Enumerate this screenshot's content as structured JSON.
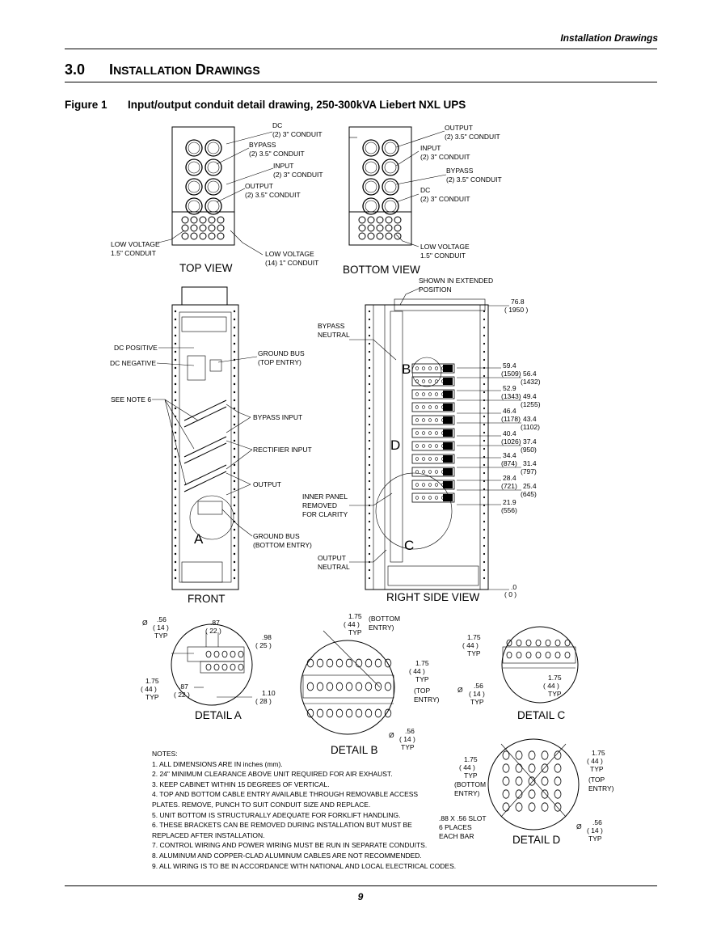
{
  "header": {
    "section_title": "Installation Drawings"
  },
  "heading": {
    "number": "3.0",
    "first_cap": "I",
    "rest1": "NSTALLATION",
    "second_cap": "D",
    "rest2": "RAWINGS"
  },
  "figure": {
    "label": "Figure 1",
    "caption": "Input/output conduit detail drawing, 250-300kVA Liebert NXL UPS"
  },
  "top_view": {
    "title": "TOP VIEW",
    "labels": [
      "DC",
      "(2) 3\" CONDUIT",
      "BYPASS",
      "(2) 3.5\" CONDUIT",
      "INPUT",
      "(2) 3\" CONDUIT",
      "OUTPUT",
      "(2) 3.5\" CONDUIT",
      "LOW VOLTAGE",
      "1.5\" CONDUIT",
      "LOW VOLTAGE",
      "(14) 1\" CONDUIT"
    ]
  },
  "bottom_view": {
    "title": "BOTTOM VIEW",
    "labels": [
      "OUTPUT",
      "(2) 3.5\" CONDUIT",
      "INPUT",
      "(2) 3\" CONDUIT",
      "BYPASS",
      "(2) 3.5\" CONDUIT",
      "DC",
      "(2) 3\" CONDUIT",
      "LOW VOLTAGE",
      "1.5\" CONDUIT"
    ]
  },
  "front": {
    "title": "FRONT",
    "labels": [
      "DC POSITIVE",
      "DC NEGATIVE",
      "SEE NOTE 6",
      "GROUND BUS",
      "(TOP ENTRY)",
      "BYPASS INPUT",
      "RECTIFIER INPUT",
      "OUTPUT",
      "GROUND BUS",
      "(BOTTOM ENTRY)",
      "A"
    ]
  },
  "right_side": {
    "title": "RIGHT SIDE VIEW",
    "labels": [
      "SHOWN IN EXTENDED",
      "POSITION",
      "BYPASS",
      "NEUTRAL",
      "INNER PANEL",
      "REMOVED",
      "FOR CLARITY",
      "OUTPUT",
      "NEUTRAL",
      "B",
      "D",
      "C"
    ],
    "dims_left": [
      [
        "59.4",
        "(1509)"
      ],
      [
        "52.9",
        "(1343)"
      ],
      [
        "46.4",
        "(1178)"
      ],
      [
        "40.4",
        "(1026)"
      ],
      [
        "34.4",
        "(874)"
      ],
      [
        "28.4",
        "(721)"
      ],
      [
        "21.9",
        "(556)"
      ]
    ],
    "dims_right": [
      [
        "56.4",
        "(1432)"
      ],
      [
        "49.4",
        "(1255)"
      ],
      [
        "43.4",
        "(1102)"
      ],
      [
        "37.4",
        "(950)"
      ],
      [
        "31.4",
        "(797)"
      ],
      [
        "25.4",
        "(645)"
      ]
    ],
    "dim_top": [
      "76.8",
      "( 1950 )"
    ],
    "dim_zero": [
      ".0",
      "( 0 )"
    ]
  },
  "detail_a": {
    "title": "DETAIL A",
    "dims": [
      "Ø",
      ".56",
      "( 14 )",
      "TYP",
      ".87",
      "( 22 )",
      ".98",
      "( 25 )",
      "1.75",
      "( 44 )",
      "TYP",
      ".87",
      "( 22 )",
      "1.10",
      "( 28 )"
    ]
  },
  "detail_b": {
    "title": "DETAIL B",
    "dims": [
      "1.75",
      "( 44 )",
      "TYP",
      "(BOTTOM",
      "ENTRY)",
      "1.75",
      "( 44 )",
      "TYP",
      "(TOP",
      "ENTRY)",
      "Ø",
      ".56",
      "( 14 )",
      "TYP"
    ]
  },
  "detail_c": {
    "title": "DETAIL C",
    "dims": [
      "1.75",
      "( 44 )",
      "TYP",
      "1.75",
      "( 44 )",
      "TYP",
      "Ø",
      ".56",
      "( 14 )",
      "TYP"
    ]
  },
  "detail_d": {
    "title": "DETAIL D",
    "dims": [
      "1.75",
      "( 44 )",
      "TYP",
      "(BOTTOM",
      "ENTRY)",
      "1.75",
      "( 44 )",
      "TYP",
      "(TOP",
      "ENTRY)",
      ".88 X .56 SLOT",
      "6 PLACES",
      "EACH BAR",
      "Ø",
      ".56",
      "( 14 )",
      "TYP"
    ]
  },
  "notes": [
    "NOTES:",
    "1. ALL DIMENSIONS ARE IN inches (mm).",
    "2. 24\" MINIMUM CLEARANCE ABOVE UNIT REQUIRED FOR AIR EXHAUST.",
    "3. KEEP CABINET WITHIN 15 DEGREES OF VERTICAL.",
    "4. TOP AND BOTTOM CABLE ENTRY AVAILABLE THROUGH REMOVABLE ACCESS",
    "PLATES.  REMOVE, PUNCH TO SUIT CONDUIT SIZE AND REPLACE.",
    "5. UNIT BOTTOM IS STRUCTURALLY ADEQUATE FOR FORKLIFT HANDLING.",
    "6. THESE BRACKETS CAN BE REMOVED DURING INSTALLATION BUT MUST BE",
    "REPLACED AFTER INSTALLATION.",
    "7. CONTROL WIRING AND POWER WIRING MUST BE RUN IN SEPARATE CONDUITS.",
    "8. ALUMINUM AND COPPER-CLAD ALUMINUM CABLES ARE NOT RECOMMENDED.",
    "9. ALL WIRING IS TO BE IN ACCORDANCE WITH NATIONAL AND LOCAL ELECTRICAL CODES."
  ],
  "footer": {
    "page_number": "9"
  }
}
